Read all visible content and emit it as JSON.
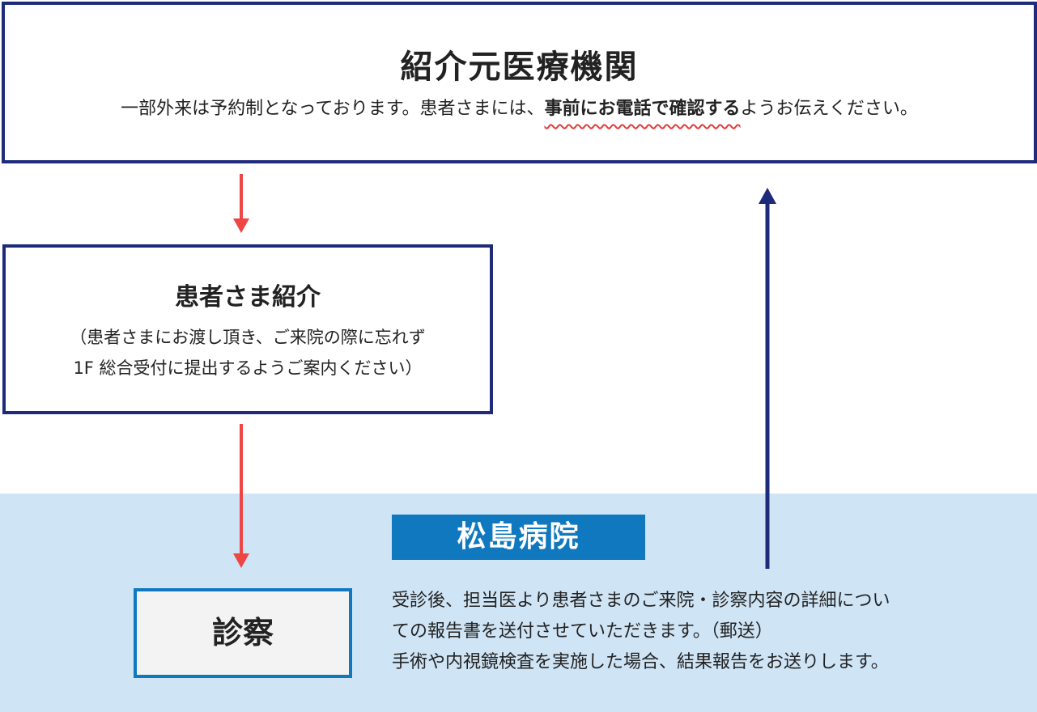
{
  "referral_source": {
    "title": "紹介元医療機関",
    "note_before": "一部外来は予約制となっております。患者さまには、",
    "note_emphasis": "事前にお電話で確認する",
    "note_after": "ようお伝えください。"
  },
  "patient_referral": {
    "title": "患者さま紹介",
    "note_line1": "（患者さまにお渡し頂き、ご来院の際に忘れず",
    "note_line2": "1F 総合受付に提出するようご案内ください）"
  },
  "hospital": {
    "name": "松島病院",
    "exam_label": "診察",
    "report_line1": "受診後、担当医より患者さまのご来院・診察内容の詳細につい",
    "report_line2": "ての報告書を送付させていただきます。（郵送）",
    "report_line3": "手術や内視鏡検査を実施した場合、結果報告をお送りします。"
  },
  "colors": {
    "navy": "#1d2b7a",
    "red_arrow": "#f04545",
    "hospital_blue": "#0f78bf",
    "hospital_bg": "#cfe4f5",
    "wavy_underline": "#e43b3b"
  }
}
